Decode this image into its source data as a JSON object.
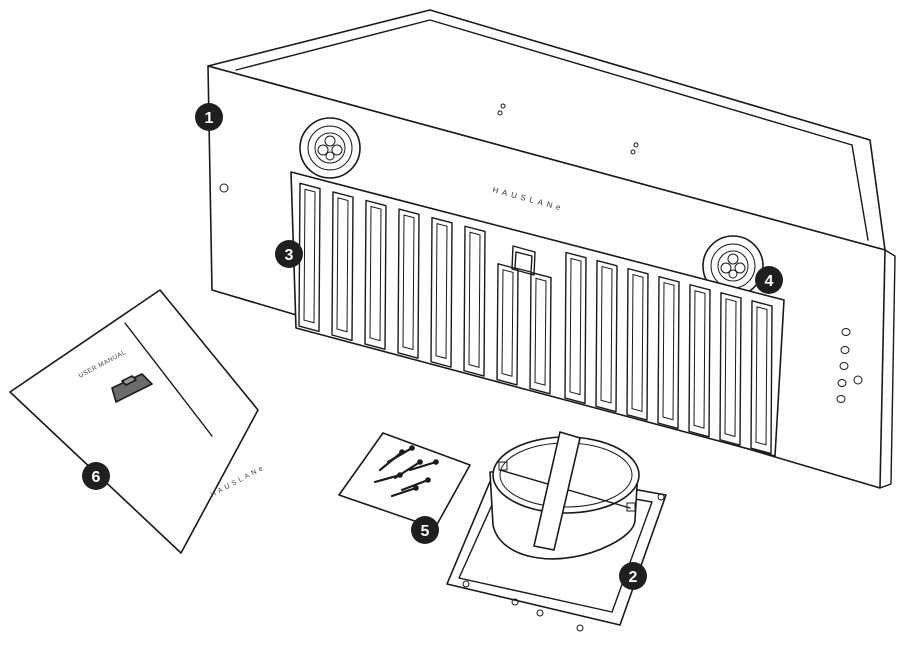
{
  "brand": {
    "hood_logo": "HAUSLANe",
    "manual_logo": "HAUSLANe"
  },
  "manual": {
    "title": "USER MANUAL"
  },
  "callouts": [
    {
      "id": "1",
      "label": "1"
    },
    {
      "id": "2",
      "label": "2"
    },
    {
      "id": "3",
      "label": "3"
    },
    {
      "id": "4",
      "label": "4"
    },
    {
      "id": "5",
      "label": "5"
    },
    {
      "id": "6",
      "label": "6"
    }
  ],
  "colors": {
    "line": "#1a1a1a",
    "badge": "#1f1f1f",
    "background": "#ffffff"
  }
}
